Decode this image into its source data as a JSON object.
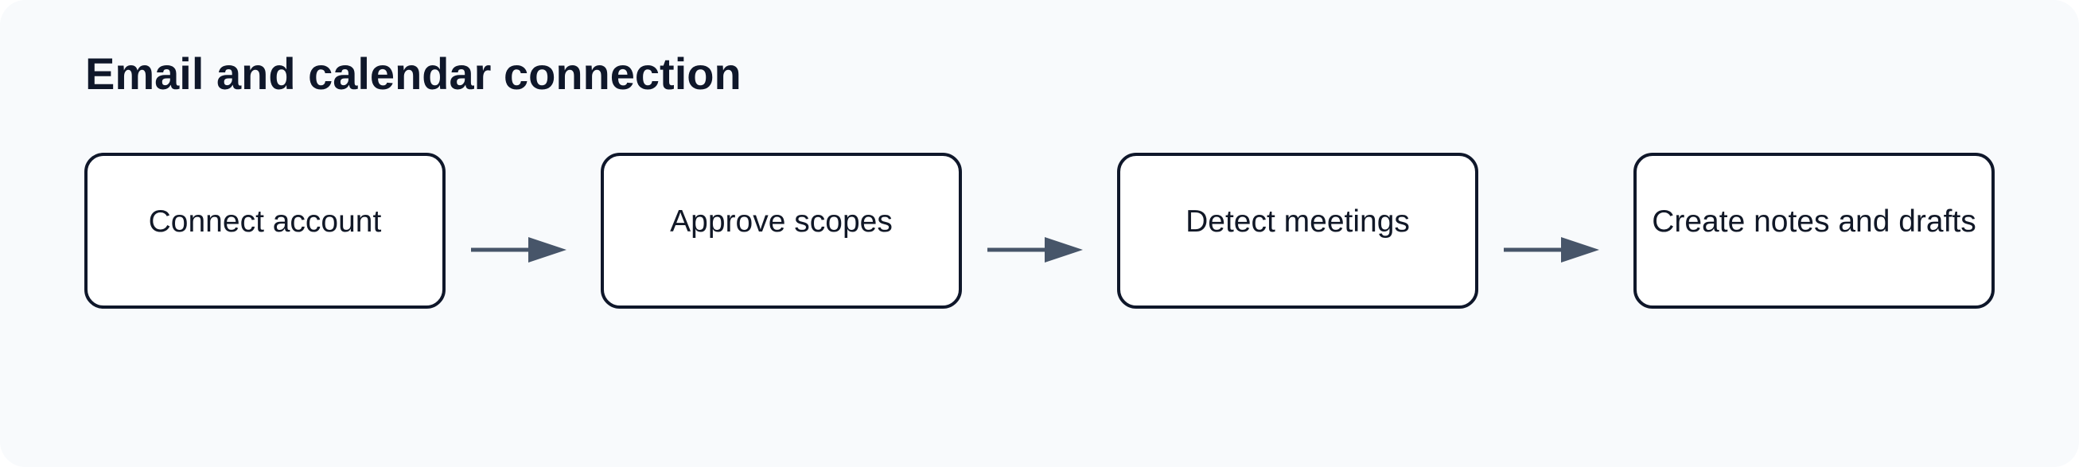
{
  "diagram": {
    "title": "Email and calendar connection",
    "steps": [
      {
        "label": "Connect account"
      },
      {
        "label": "Approve scopes"
      },
      {
        "label": "Detect meetings"
      },
      {
        "label": "Create notes and drafts"
      }
    ]
  },
  "colors": {
    "background": "#f8fafc",
    "box_border": "#0f172a",
    "arrow": "#475569",
    "text": "#0f172a"
  },
  "icons": {
    "arrow": "arrow-right-icon"
  }
}
